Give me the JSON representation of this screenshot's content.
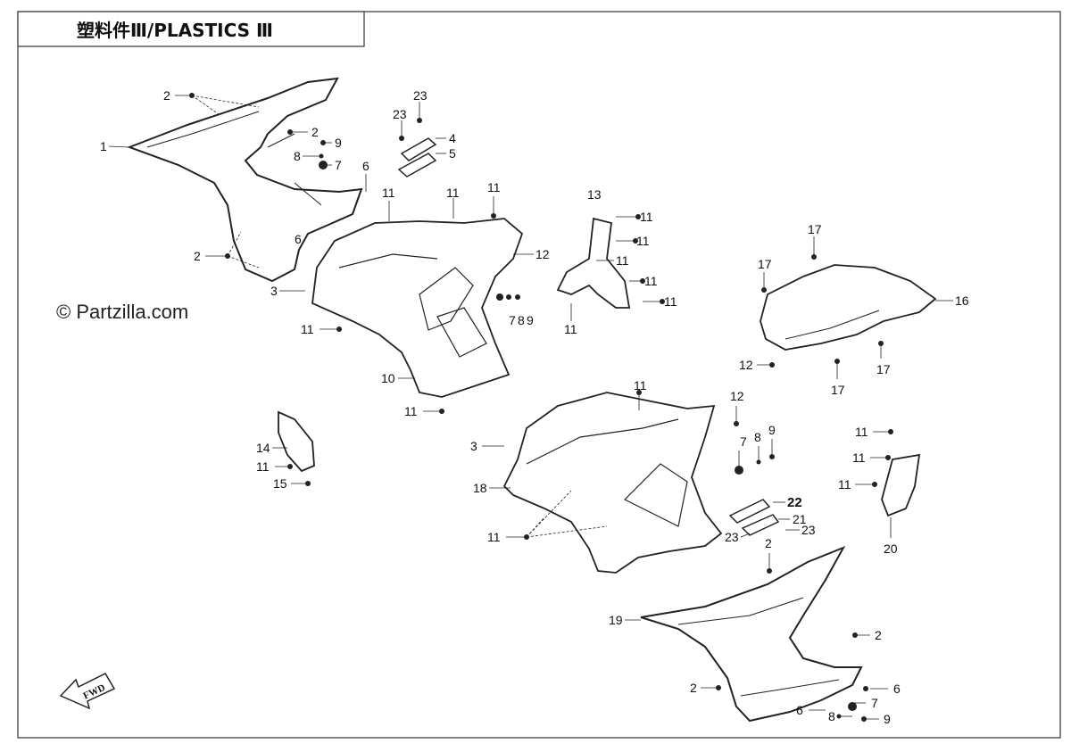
{
  "title": "塑料件Ⅲ/PLASTICS Ⅲ",
  "watermark": "© Partzilla.com",
  "fwd_label": "FWD",
  "callouts": [
    {
      "id": "c1",
      "label": "1"
    },
    {
      "id": "c2a",
      "label": "2"
    },
    {
      "id": "c2b",
      "label": "2"
    },
    {
      "id": "c2c",
      "label": "2"
    },
    {
      "id": "c2d",
      "label": "2"
    },
    {
      "id": "c2e",
      "label": "2"
    },
    {
      "id": "c2f",
      "label": "2"
    },
    {
      "id": "c3a",
      "label": "3"
    },
    {
      "id": "c3b",
      "label": "3"
    },
    {
      "id": "c4",
      "label": "4"
    },
    {
      "id": "c5",
      "label": "5"
    },
    {
      "id": "c6a",
      "label": "6"
    },
    {
      "id": "c6b",
      "label": "6"
    },
    {
      "id": "c6c",
      "label": "6"
    },
    {
      "id": "c6d",
      "label": "6"
    },
    {
      "id": "c7a",
      "label": "7"
    },
    {
      "id": "c7b",
      "label": "7"
    },
    {
      "id": "c7c",
      "label": "7"
    },
    {
      "id": "c7d",
      "label": "7"
    },
    {
      "id": "c8a",
      "label": "8"
    },
    {
      "id": "c8b",
      "label": "8"
    },
    {
      "id": "c8c",
      "label": "8"
    },
    {
      "id": "c8d",
      "label": "8"
    },
    {
      "id": "c9a",
      "label": "9"
    },
    {
      "id": "c9b",
      "label": "9"
    },
    {
      "id": "c9c",
      "label": "9"
    },
    {
      "id": "c9d",
      "label": "9"
    },
    {
      "id": "c10",
      "label": "10"
    },
    {
      "id": "c11a",
      "label": "11"
    },
    {
      "id": "c11b",
      "label": "11"
    },
    {
      "id": "c11c",
      "label": "11"
    },
    {
      "id": "c11d",
      "label": "11"
    },
    {
      "id": "c11e",
      "label": "11"
    },
    {
      "id": "c11f",
      "label": "11"
    },
    {
      "id": "c11g",
      "label": "11"
    },
    {
      "id": "c11h",
      "label": "11"
    },
    {
      "id": "c11i",
      "label": "11"
    },
    {
      "id": "c11j",
      "label": "11"
    },
    {
      "id": "c11k",
      "label": "11"
    },
    {
      "id": "c11l",
      "label": "11"
    },
    {
      "id": "c11m",
      "label": "11"
    },
    {
      "id": "c11n",
      "label": "11"
    },
    {
      "id": "c11o",
      "label": "11"
    },
    {
      "id": "c11p",
      "label": "11"
    },
    {
      "id": "c11q",
      "label": "11"
    },
    {
      "id": "c12a",
      "label": "12"
    },
    {
      "id": "c12b",
      "label": "12"
    },
    {
      "id": "c12c",
      "label": "12"
    },
    {
      "id": "c13",
      "label": "13"
    },
    {
      "id": "c14",
      "label": "14"
    },
    {
      "id": "c15",
      "label": "15"
    },
    {
      "id": "c16",
      "label": "16"
    },
    {
      "id": "c17a",
      "label": "17"
    },
    {
      "id": "c17b",
      "label": "17"
    },
    {
      "id": "c17c",
      "label": "17"
    },
    {
      "id": "c17d",
      "label": "17"
    },
    {
      "id": "c18",
      "label": "18"
    },
    {
      "id": "c19",
      "label": "19"
    },
    {
      "id": "c20",
      "label": "20"
    },
    {
      "id": "c21",
      "label": "21"
    },
    {
      "id": "c22",
      "label": "22"
    },
    {
      "id": "c23a",
      "label": "23"
    },
    {
      "id": "c23b",
      "label": "23"
    },
    {
      "id": "c23c",
      "label": "23"
    },
    {
      "id": "c23d",
      "label": "23"
    }
  ]
}
